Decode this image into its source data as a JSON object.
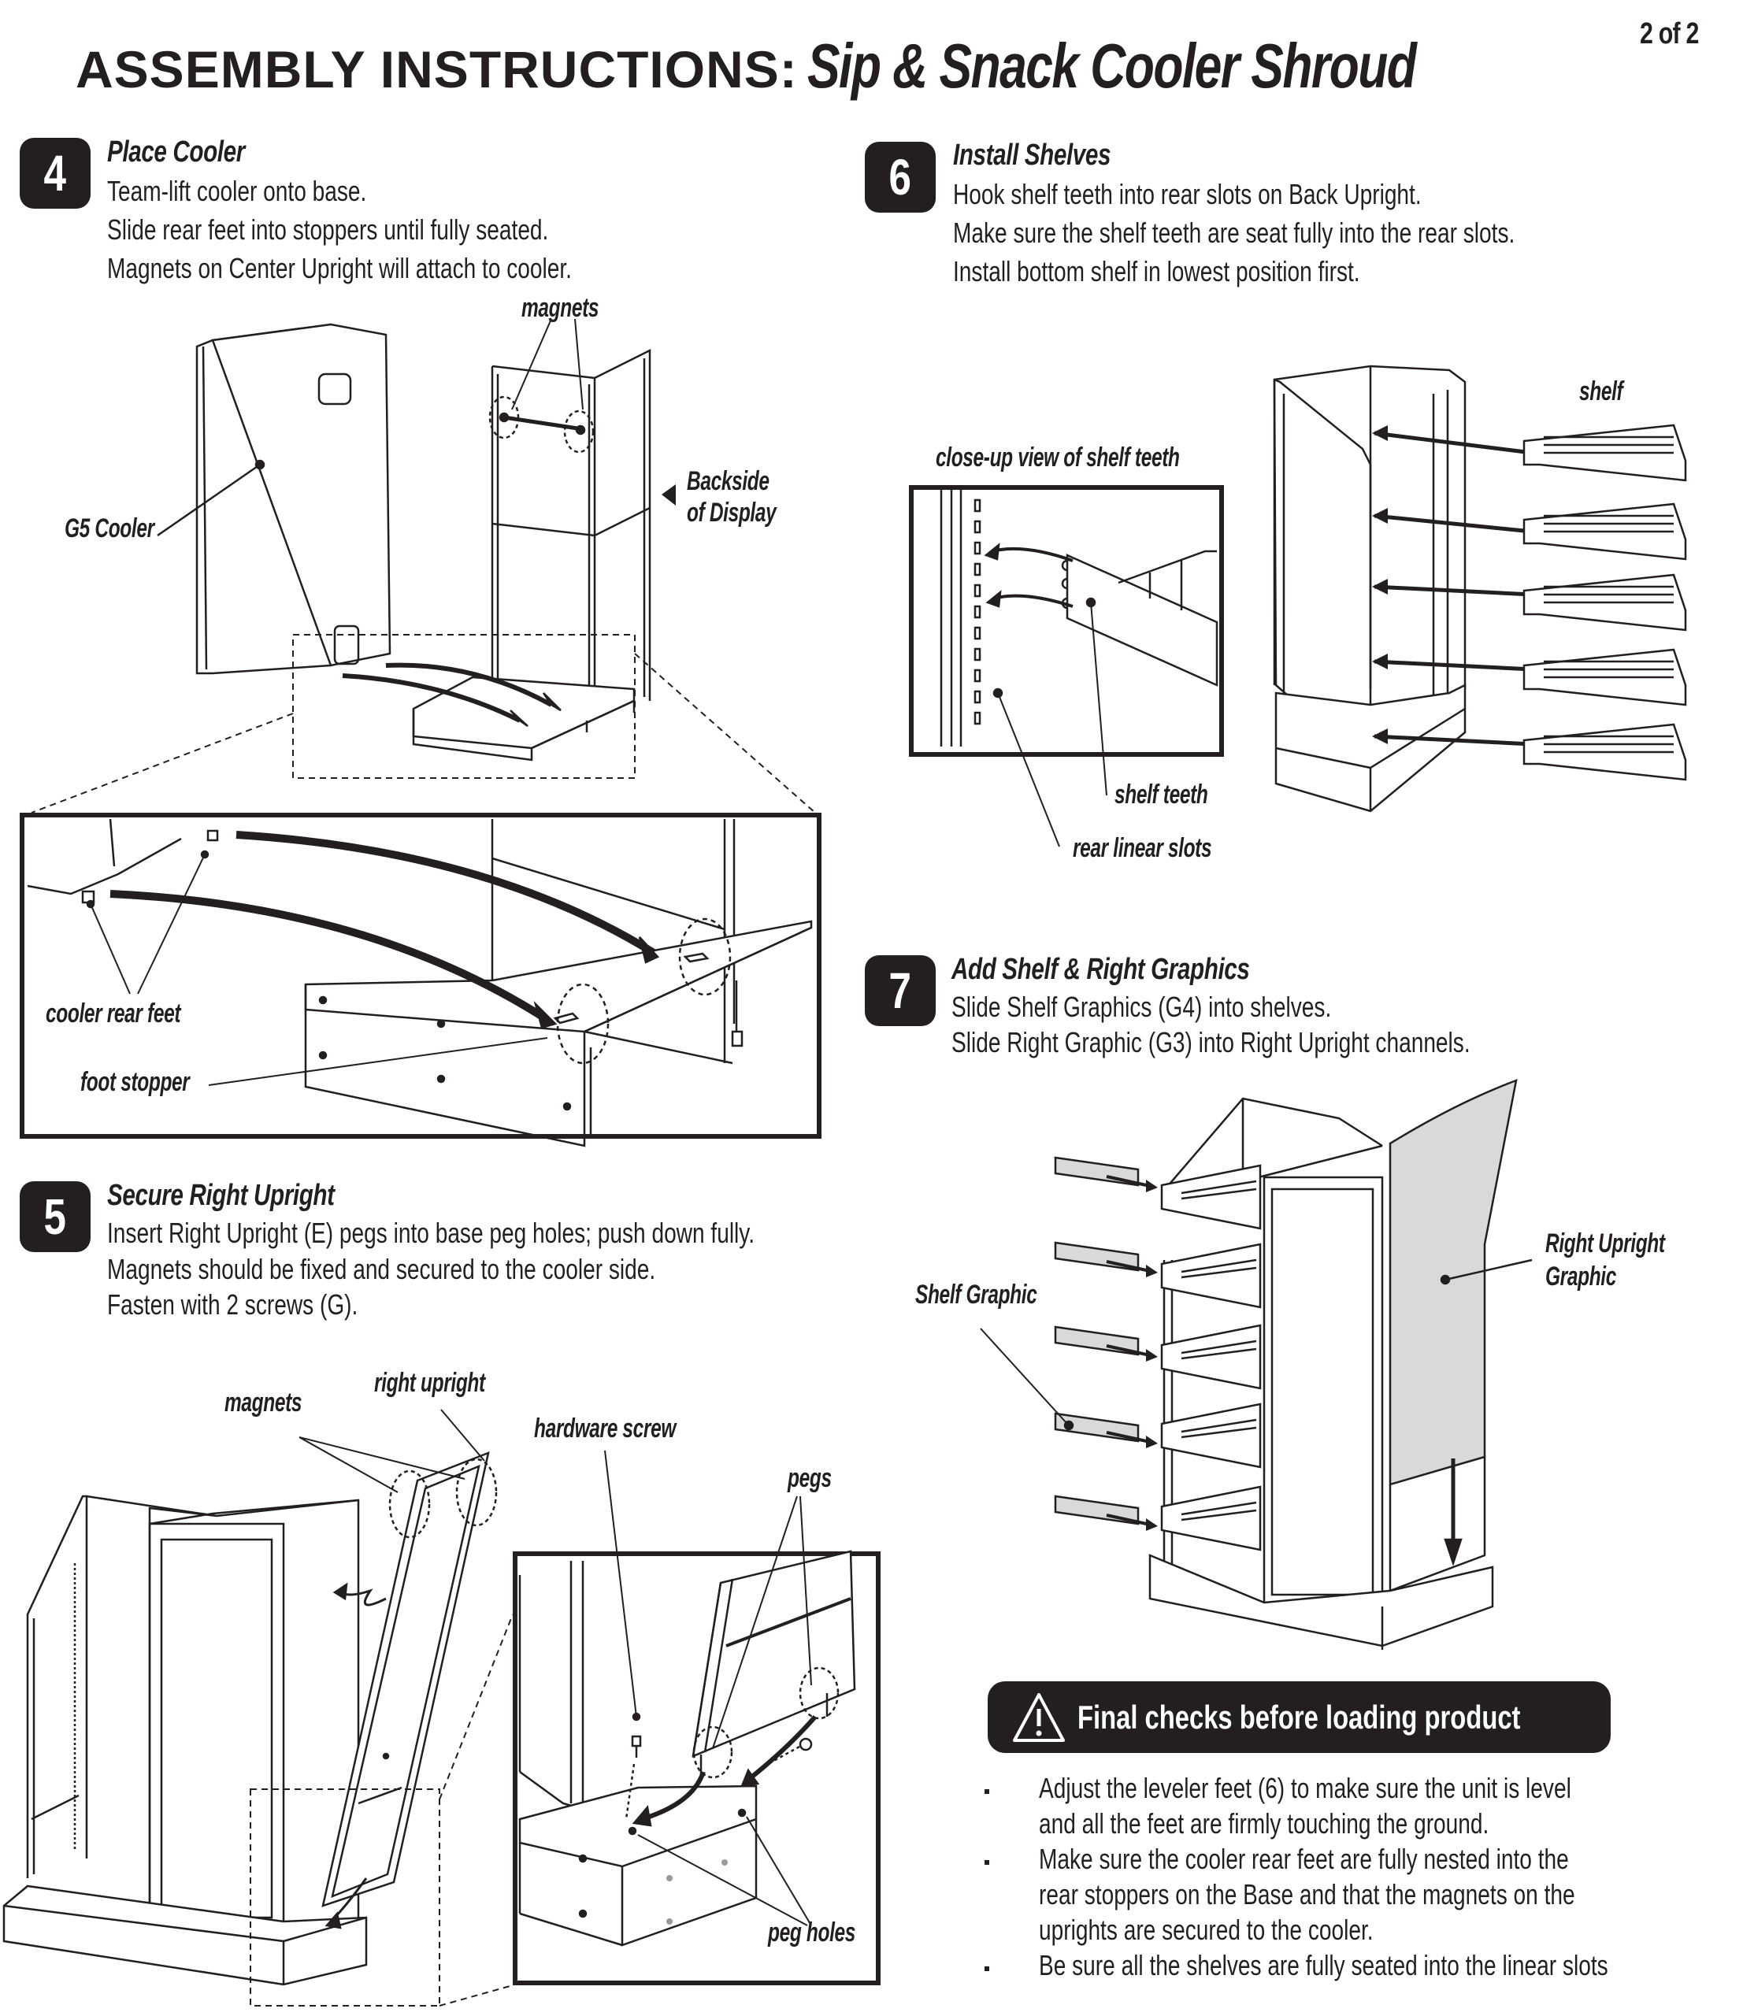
{
  "header": {
    "title_main": "ASSEMBLY INSTRUCTIONS:",
    "title_product": "Sip & Snack Cooler Shroud",
    "page_indicator": "2 of 2"
  },
  "steps": [
    {
      "number": "4",
      "title": "Place Cooler",
      "lines": [
        "Team-lift cooler onto base.",
        "Slide rear feet into stoppers until fully seated.",
        "Magnets on Center Upright will attach to cooler."
      ],
      "labels": {
        "magnets": "magnets",
        "g5_cooler": "G5 Cooler",
        "backside_line1": "Backside",
        "backside_line2": "of Display",
        "cooler_rear_feet": "cooler rear feet",
        "foot_stopper": "foot stopper"
      }
    },
    {
      "number": "5",
      "title": "Secure Right Upright",
      "lines": [
        "Insert Right Upright (E) pegs into base peg holes; push down fully.",
        "Magnets should be fixed and secured to the cooler side.",
        "Fasten with 2 screws (G)."
      ],
      "labels": {
        "magnets": "magnets",
        "right_upright": "right upright",
        "hardware_screw": "hardware screw",
        "pegs": "pegs",
        "peg_holes": "peg holes"
      }
    },
    {
      "number": "6",
      "title": "Install Shelves",
      "lines": [
        "Hook shelf teeth into rear slots on Back Upright.",
        "Make sure the shelf teeth are seat fully into the rear slots.",
        "Install bottom shelf in lowest position first."
      ],
      "labels": {
        "closeup": "close-up view of shelf teeth",
        "shelf": "shelf",
        "shelf_teeth": "shelf teeth",
        "rear_linear_slots": "rear linear slots"
      }
    },
    {
      "number": "7",
      "title": "Add Shelf & Right Graphics",
      "lines": [
        "Slide Shelf Graphics (G4) into shelves.",
        "Slide Right Graphic (G3) into Right Upright channels."
      ],
      "labels": {
        "shelf_graphic": "Shelf Graphic",
        "right_upright_line1": "Right Upright",
        "right_upright_line2": "Graphic"
      }
    }
  ],
  "final_checks": {
    "icon": "warning-triangle-icon",
    "title": "Final checks before loading product",
    "items": [
      [
        "Adjust the leveler feet (6) to make sure the unit is level",
        "and all the feet are firmly touching the ground."
      ],
      [
        "Make sure the cooler rear feet are fully nested into the",
        "rear stoppers on the Base and that the magnets on the",
        "uprights are secured to the cooler."
      ],
      [
        "Be sure all the shelves are fully seated into the linear slots"
      ]
    ]
  },
  "colors": {
    "ink": "#231f20",
    "graphic_fill": "#d9d9d9"
  }
}
